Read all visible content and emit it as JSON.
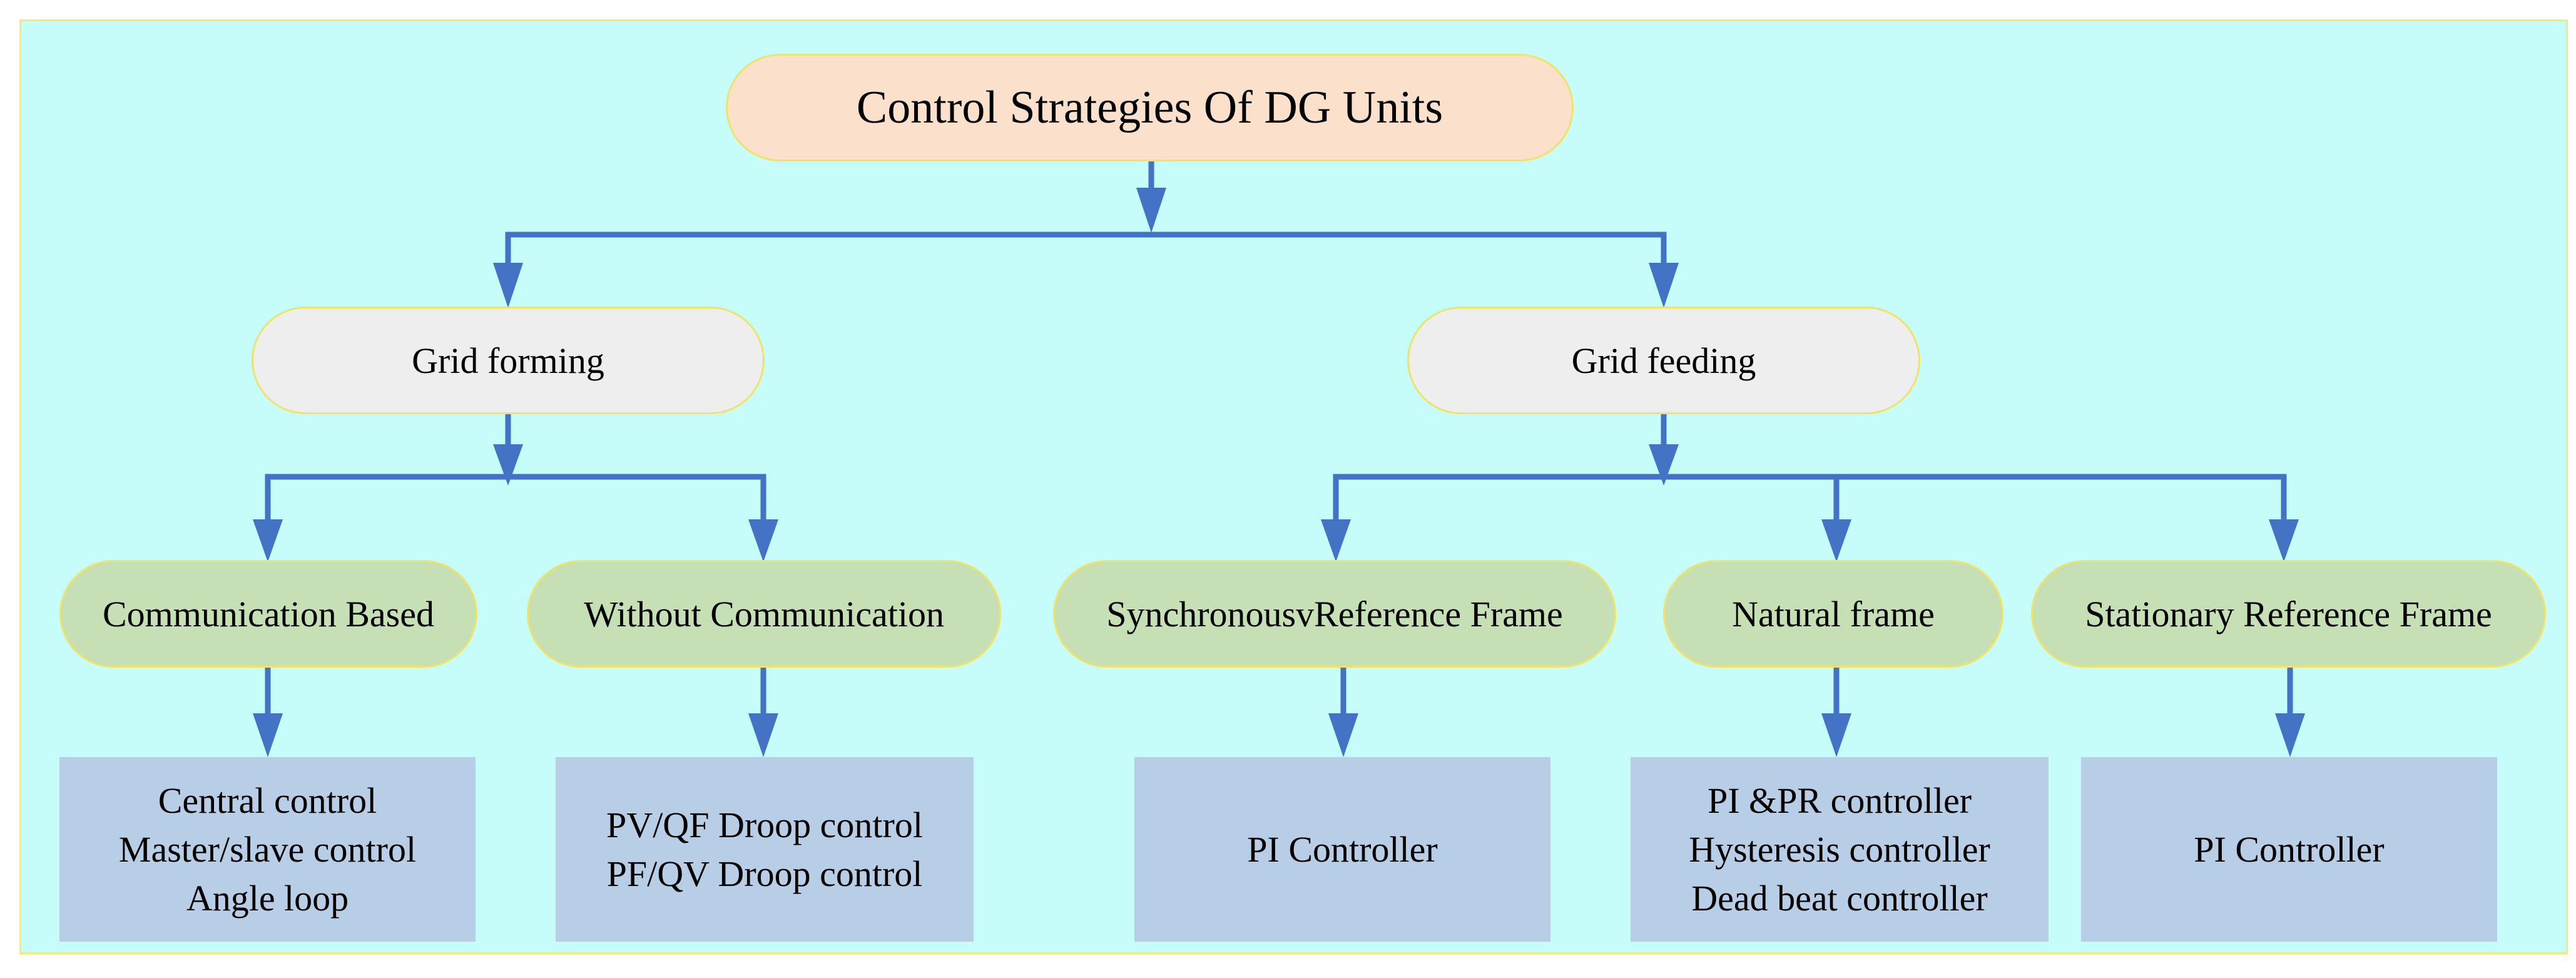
{
  "diagram": {
    "root": "Control Strategies Of DG Units",
    "branches": [
      {
        "label": "Grid forming",
        "children": [
          {
            "label": "Communication Based",
            "items": [
              "Central control",
              "Master/slave control",
              "Angle loop"
            ]
          },
          {
            "label": "Without Communication",
            "items": [
              "PV/QF Droop control",
              "PF/QV Droop control"
            ]
          }
        ]
      },
      {
        "label": "Grid feeding",
        "children": [
          {
            "label": "SynchronousvReference Frame",
            "items": [
              "PI Controller"
            ]
          },
          {
            "label": "Natural frame",
            "items": [
              "PI &PR controller",
              "Hysteresis controller",
              "Dead beat controller"
            ]
          },
          {
            "label": "Stationary Reference Frame",
            "items": [
              "PI Controller"
            ]
          }
        ]
      }
    ]
  },
  "colors": {
    "background": "#c6fdfb",
    "frame_border": "#f3ea7a",
    "root_fill": "#fbe0cc",
    "level1_fill": "#eeeeee",
    "level2_fill": "#c6dfb4",
    "leaf_fill": "#b8cde6",
    "connector": "#4472c4"
  }
}
